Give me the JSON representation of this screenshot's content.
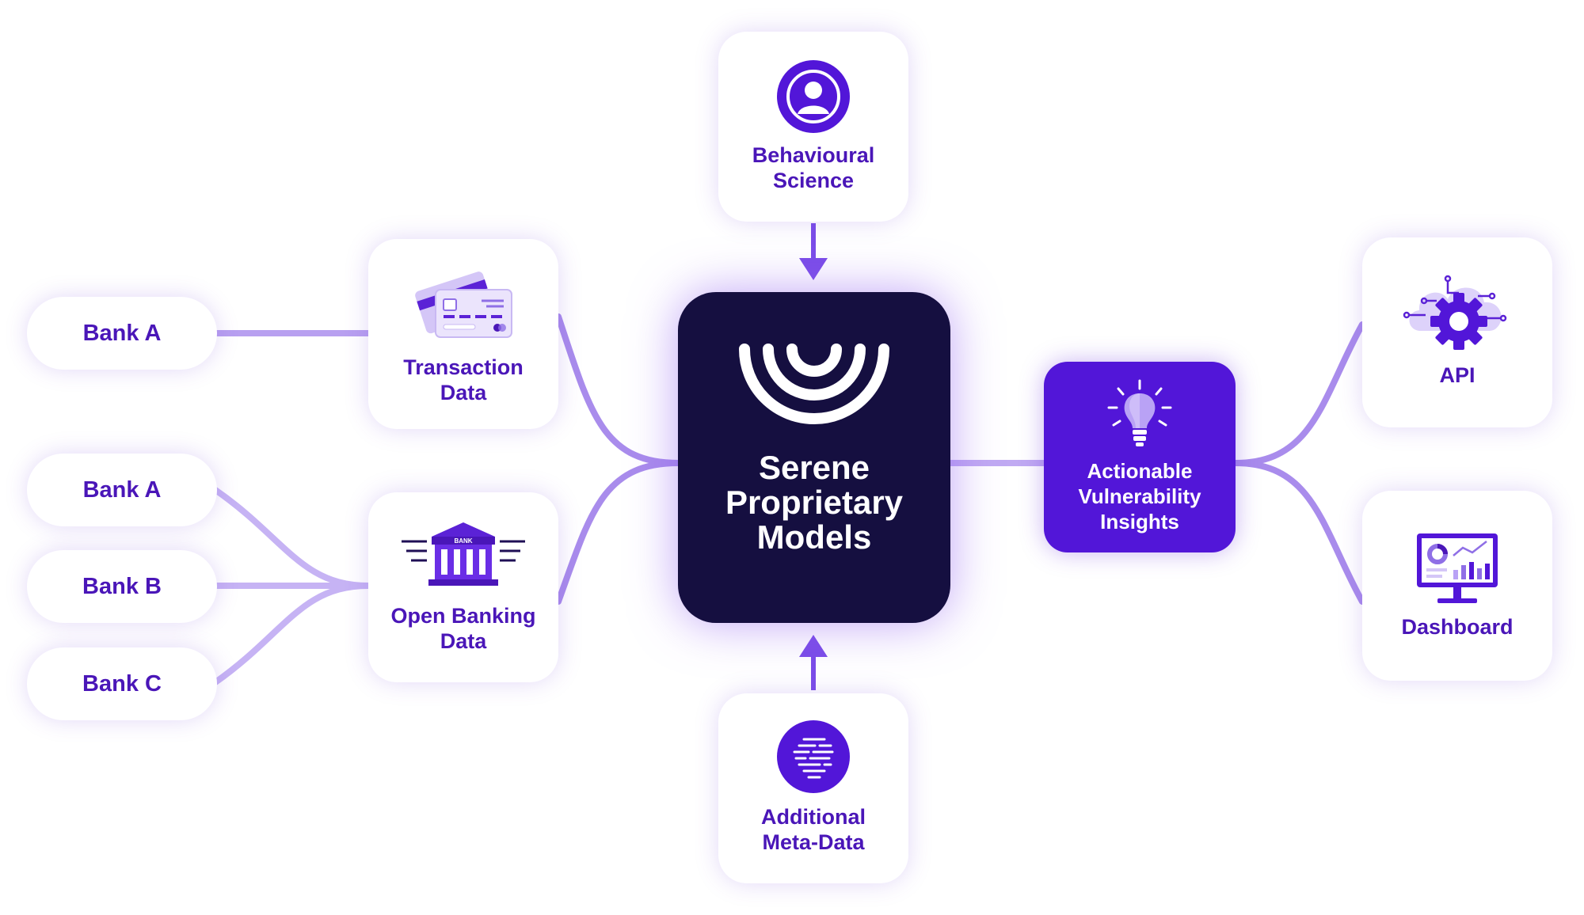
{
  "banks_top": {
    "bank_a": "Bank A"
  },
  "banks_bottom": {
    "bank_a": "Bank A",
    "bank_b": "Bank B",
    "bank_c": "Bank C"
  },
  "sources": {
    "transaction_data": [
      "Transaction",
      "Data"
    ],
    "open_banking_data": [
      "Open Banking",
      "Data"
    ],
    "behavioural_science": [
      "Behavioural",
      "Science"
    ],
    "additional_meta_data": [
      "Additional",
      "Meta-Data"
    ]
  },
  "core": {
    "title": [
      "Serene",
      "Proprietary",
      "Models"
    ]
  },
  "insights": {
    "title": [
      "Actionable",
      "Vulnerability",
      "Insights"
    ]
  },
  "outputs": {
    "api": "API",
    "dashboard": "Dashboard"
  },
  "bank_badge": "BANK",
  "icons": {
    "transaction": "credit-cards-icon",
    "open_banking": "bank-building-icon",
    "behavioural": "user-circle-icon",
    "meta": "data-lines-icon",
    "core": "serene-logo-icon",
    "insights": "lightbulb-icon",
    "api": "cloud-gear-icon",
    "dashboard": "monitor-chart-icon"
  },
  "colors": {
    "primary_text": "#4a16b8",
    "core_bg": "#150f40",
    "insight_bg": "#5216d8",
    "connector": "#a98cec",
    "accent": "#6a2ee6"
  }
}
